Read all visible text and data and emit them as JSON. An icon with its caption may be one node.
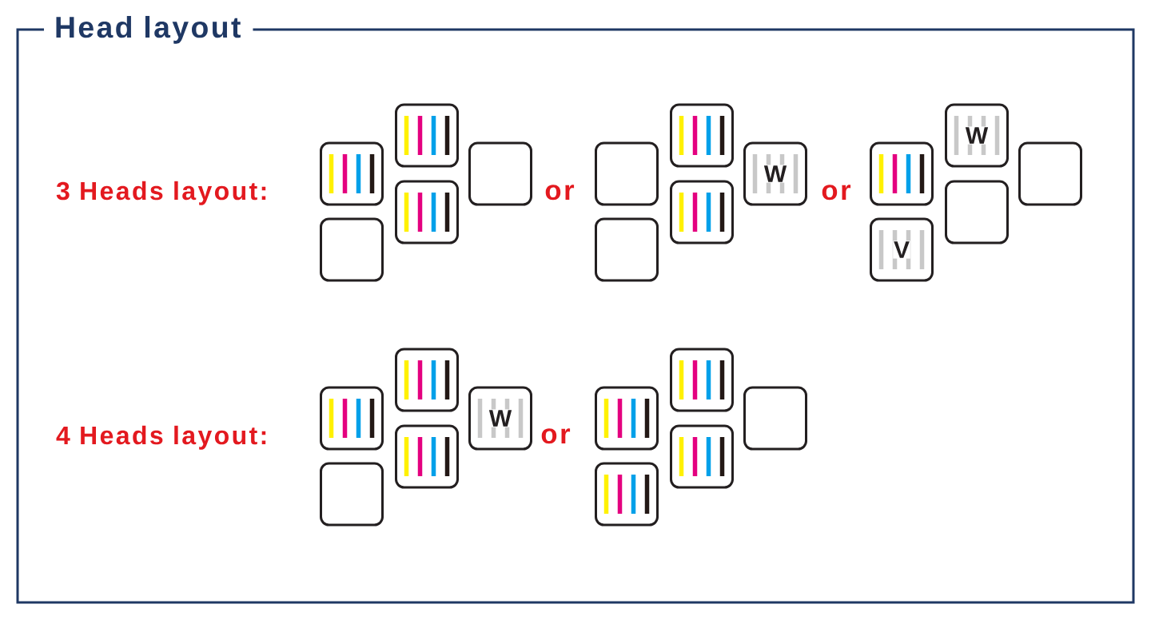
{
  "diagram": {
    "title": "Head layout",
    "nodes": [
      {
        "text": [],
        "shape": "picture"
      },
      {
        "text": [],
        "shape": "box"
      },
      {
        "text": [],
        "shape": "picture"
      },
      {
        "text": [],
        "shape": "picture"
      },
      {
        "text": [],
        "shape": "box"
      },
      {
        "text": [],
        "shape": "box"
      },
      {
        "text": [],
        "shape": "box"
      },
      {
        "text": [],
        "shape": "picture"
      },
      {
        "text": [],
        "shape": "picture"
      },
      {
        "text": [
          "W"
        ]
      },
      {
        "text": [],
        "shape": "picture"
      },
      {
        "text": [
          "V"
        ]
      },
      {
        "text": [
          "W"
        ]
      },
      {
        "text": [],
        "shape": "box"
      },
      {
        "text": [],
        "shape": "box"
      },
      {
        "text": [],
        "shape": "picture"
      },
      {
        "text": [],
        "shape": "box"
      },
      {
        "text": [],
        "shape": "picture"
      },
      {
        "text": [],
        "shape": "picture"
      },
      {
        "text": [
          "W"
        ]
      },
      {
        "text": [],
        "shape": "picture"
      },
      {
        "text": [],
        "shape": "picture"
      },
      {
        "text": [],
        "shape": "picture"
      },
      {
        "text": [],
        "shape": "picture"
      },
      {
        "text": [],
        "shape": "box"
      }
    ],
    "labels": [
      "3 Heads layout:",
      "or",
      "or",
      "4 Heads layout:",
      "or"
    ]
  }
}
